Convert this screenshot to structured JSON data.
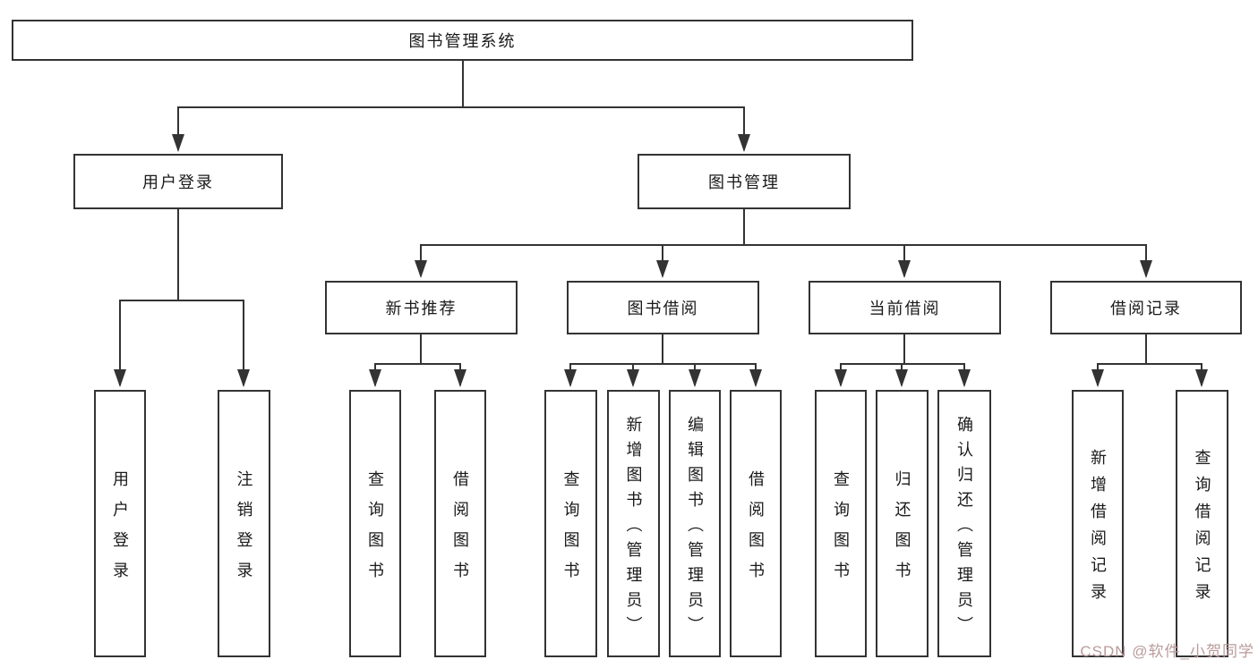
{
  "root": {
    "label": "图书管理系统"
  },
  "branches": {
    "user_login": {
      "label": "用户登录",
      "children": [
        {
          "label": "用户登录"
        },
        {
          "label": "注销登录"
        }
      ]
    },
    "book_mgmt": {
      "label": "图书管理",
      "sections": [
        {
          "label": "新书推荐",
          "children": [
            {
              "label": "查询图书"
            },
            {
              "label": "借阅图书"
            }
          ]
        },
        {
          "label": "图书借阅",
          "children": [
            {
              "label": "查询图书"
            },
            {
              "label": "新增图书（管理员）"
            },
            {
              "label": "编辑图书（管理员）"
            },
            {
              "label": "借阅图书"
            }
          ]
        },
        {
          "label": "当前借阅",
          "children": [
            {
              "label": "查询图书"
            },
            {
              "label": "归还图书"
            },
            {
              "label": "确认归还（管理员）"
            }
          ]
        },
        {
          "label": "借阅记录",
          "children": [
            {
              "label": "新增借阅记录"
            },
            {
              "label": "查询借阅记录"
            }
          ]
        }
      ]
    }
  },
  "watermark": {
    "text": "CSDN @软件_小贺同学"
  },
  "colors": {
    "line": "#333333",
    "box_border": "#333333",
    "background": "#ffffff",
    "watermark": "#bb9b9b"
  }
}
